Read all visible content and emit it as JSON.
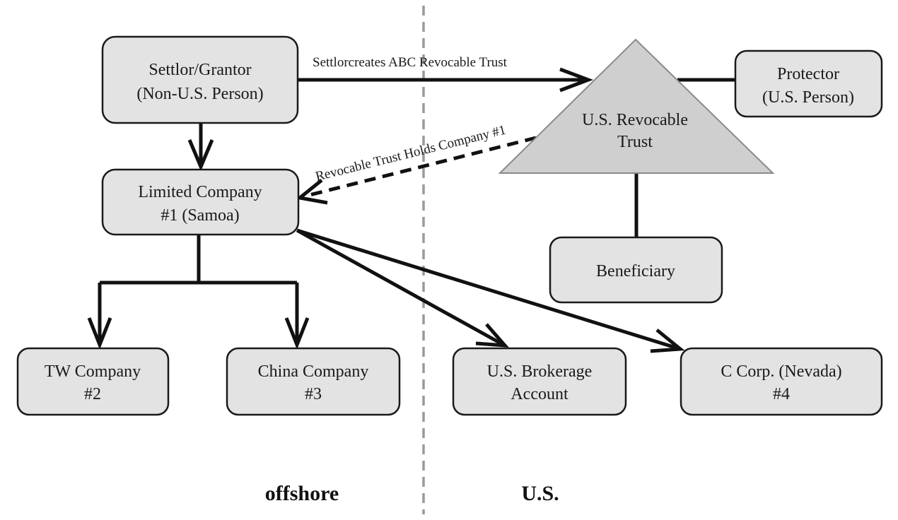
{
  "nodes": {
    "settlor": {
      "line1": "Settlor/Grantor",
      "line2": "(Non-U.S. Person)"
    },
    "trust": {
      "line1": "U.S. Revocable",
      "line2": "Trust"
    },
    "protector": {
      "line1": "Protector",
      "line2": "(U.S. Person)"
    },
    "limited_company": {
      "line1": "Limited Company",
      "line2": "#1 (Samoa)"
    },
    "beneficiary": {
      "line1": "Beneficiary"
    },
    "tw_company": {
      "line1": "TW Company",
      "line2": "#2"
    },
    "china_company": {
      "line1": "China Company",
      "line2": "#3"
    },
    "brokerage": {
      "line1": "U.S. Brokerage",
      "line2": "Account"
    },
    "c_corp": {
      "line1": "C Corp. (Nevada)",
      "line2": "#4"
    }
  },
  "edges": {
    "creates": "Settlorcreates ABC Revocable Trust",
    "holds": "Revocable Trust Holds Company #1"
  },
  "regions": {
    "offshore": "offshore",
    "us": "U.S."
  }
}
